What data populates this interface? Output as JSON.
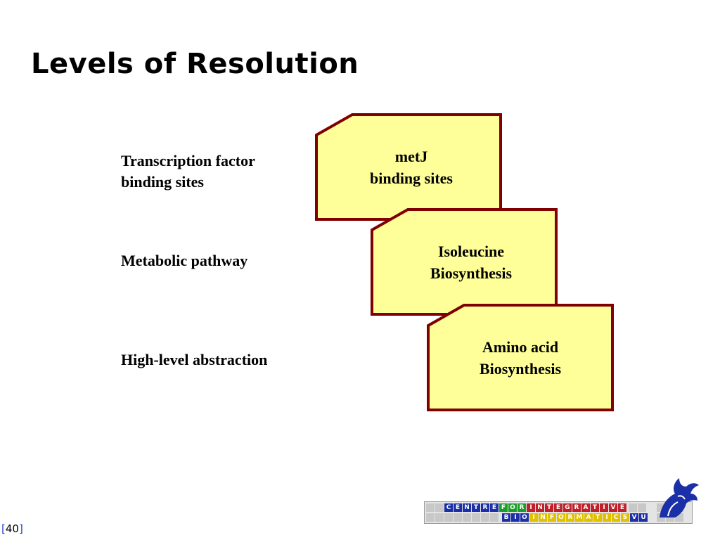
{
  "slide": {
    "title": "Levels of Resolution",
    "page_number": "40",
    "page_open": "[",
    "page_close": "]"
  },
  "levels": [
    {
      "label": "Transcription factor\nbinding sites",
      "card": "metJ\nbinding sites"
    },
    {
      "label": "Metabolic pathway",
      "card": "Isoleucine\nBiosynthesis"
    },
    {
      "label": "High-level abstraction",
      "card": "Amino acid\nBiosynthesis"
    }
  ],
  "logo": {
    "row1": [
      "C",
      "E",
      "N",
      "T",
      "R",
      "E",
      "F",
      "O",
      "R",
      "I",
      "N",
      "T",
      "E",
      "G",
      "R",
      "A",
      "T",
      "I",
      "V",
      "E"
    ],
    "row2": [
      "B",
      "I",
      "O",
      "I",
      "N",
      "F",
      "O",
      "R",
      "M",
      "A",
      "T",
      "I",
      "C",
      "S",
      "V",
      "U"
    ],
    "colors": {
      "centre": "#1a2fa8",
      "for": "#1aa02a",
      "integrative": "#c0202a",
      "bio": "#1a2fa8",
      "informatics": "#e0c000",
      "vu": "#1a2fa8",
      "card_fill": "#ffff99",
      "card_border": "#800000"
    }
  }
}
